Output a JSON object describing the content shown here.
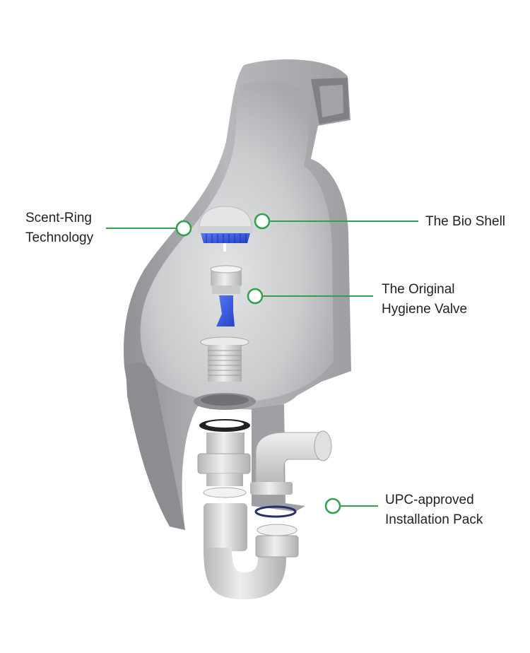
{
  "callouts": {
    "scent_ring": {
      "lines": [
        "Scent-Ring",
        "Technology"
      ]
    },
    "bio_shell": {
      "lines": [
        "The Bio Shell"
      ]
    },
    "hygiene_valve": {
      "lines": [
        "The Original",
        "Hygiene Valve"
      ]
    },
    "installation_pack": {
      "lines": [
        "UPC-approved",
        "Installation Pack"
      ]
    }
  },
  "colors": {
    "callout_line": "#2fa04c",
    "shell": "#a9abae",
    "accent_blue": "#2f55e0",
    "pipe": "#d4d7d6",
    "label_text": "#222222"
  }
}
